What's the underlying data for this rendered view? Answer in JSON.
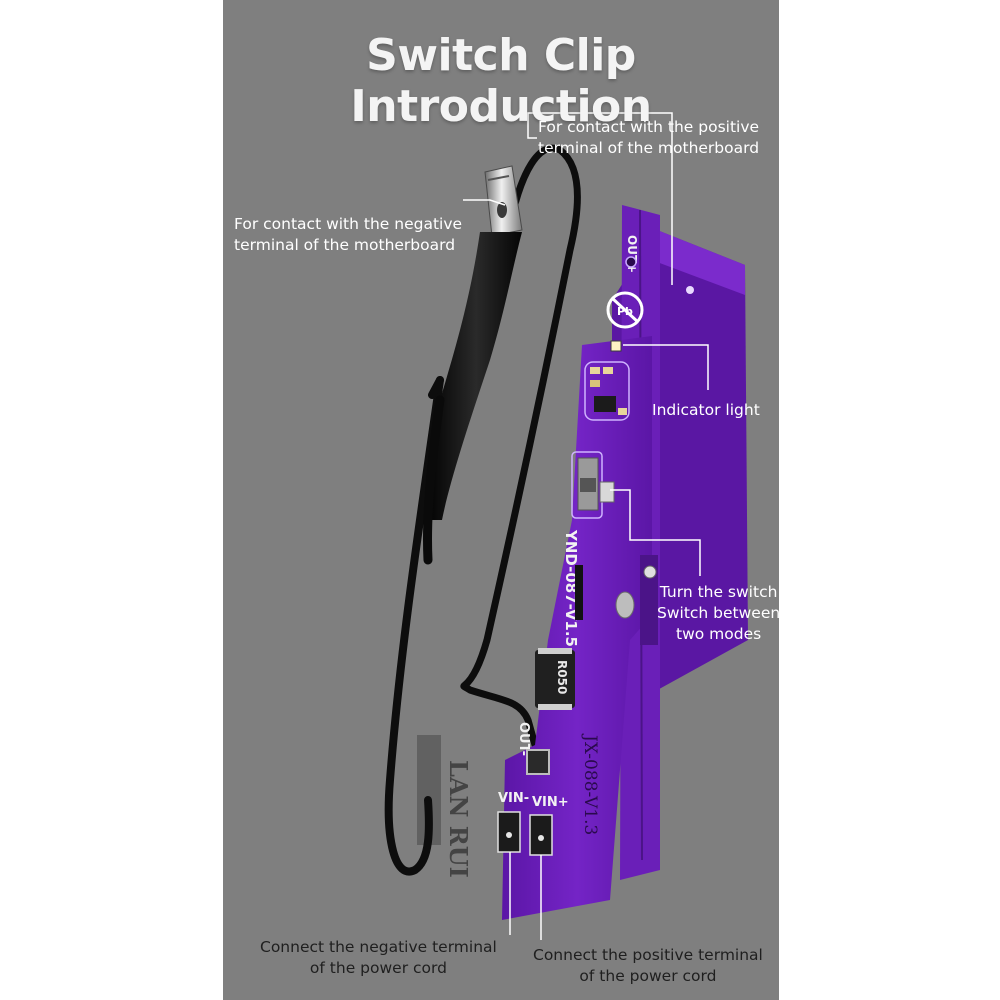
{
  "title": "Switch Clip Introduction",
  "callouts": {
    "positive_terminal": [
      "For contact with the positive",
      "terminal of the motherboard"
    ],
    "negative_terminal": [
      "For contact with the negative",
      "terminal of the motherboard"
    ],
    "indicator": [
      "Indicator light"
    ],
    "switch": [
      "Turn the switch",
      "Switch between",
      "two modes"
    ],
    "power_negative": [
      "Connect the negative terminal",
      "of the power cord"
    ],
    "power_positive": [
      "Connect the positive terminal",
      "of the power cord"
    ]
  },
  "board_labels": {
    "out_plus": "OUT+",
    "out_minus": "OUT-",
    "vin_minus": "VIN-",
    "vin_plus": "VIN+",
    "model_front": "YND-087-V1.5",
    "model_back": "JX-088-V1.3",
    "resistor": "R050"
  },
  "watermark": "LAN RUI",
  "colors": {
    "panel": "#7f7f7f",
    "pcb": "#6a1fb8",
    "pcb_dark": "#4b1488",
    "cable": "#111111",
    "leader_line": "#ffffff"
  }
}
